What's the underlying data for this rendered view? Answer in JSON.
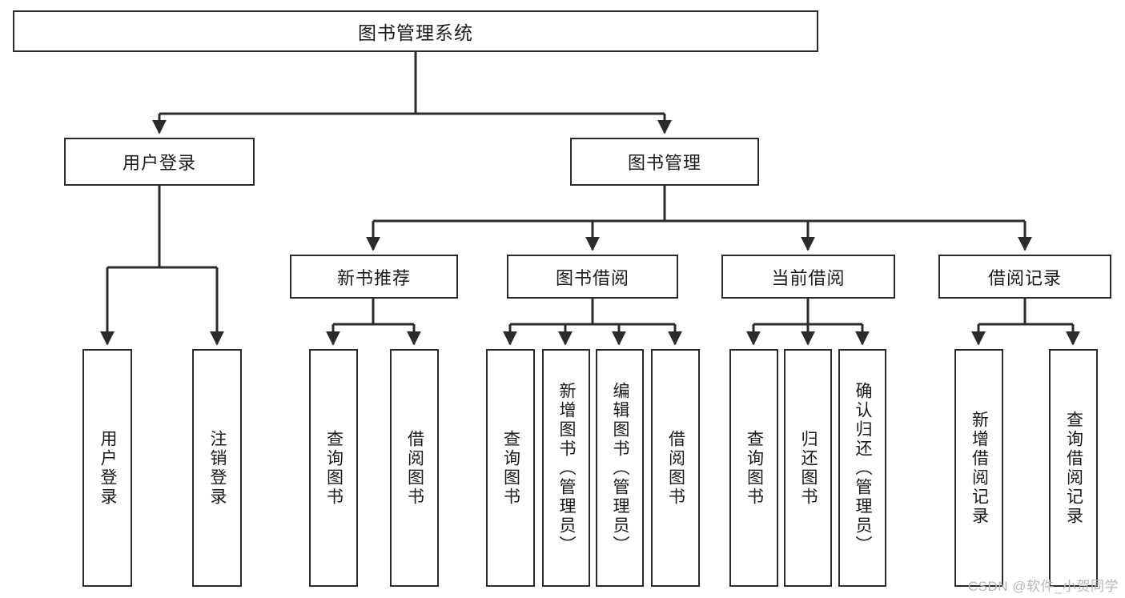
{
  "diagram": {
    "title": "图书管理系统",
    "type": "tree-hierarchy",
    "colors": {
      "box_border": "#2b2b2b",
      "box_fill": "#ffffff",
      "edge": "#2b2b2b",
      "text": "#1a1a1a",
      "watermark": "#b8b8b8",
      "background": "#ffffff"
    },
    "root": {
      "label": "图书管理系统"
    },
    "level2": [
      {
        "label": "用户登录"
      },
      {
        "label": "图书管理"
      }
    ],
    "level3": [
      {
        "label": "新书推荐"
      },
      {
        "label": "图书借阅"
      },
      {
        "label": "当前借阅"
      },
      {
        "label": "借阅记录"
      }
    ],
    "leaves": {
      "user_login": [
        {
          "label": "用户登录"
        },
        {
          "label": "注销登录"
        }
      ],
      "new_book_recommend": [
        {
          "label": "查询图书"
        },
        {
          "label": "借阅图书"
        }
      ],
      "book_borrow": [
        {
          "label": "查询图书"
        },
        {
          "label": "新增图书（管理员）"
        },
        {
          "label": "编辑图书（管理员）"
        },
        {
          "label": "借阅图书"
        }
      ],
      "current_borrow": [
        {
          "label": "查询图书"
        },
        {
          "label": "归还图书"
        },
        {
          "label": "确认归还（管理员）"
        }
      ],
      "borrow_record": [
        {
          "label": "新增借阅记录"
        },
        {
          "label": "查询借阅记录"
        }
      ]
    }
  },
  "watermark": {
    "text": "CSDN @软件_小贺同学"
  }
}
